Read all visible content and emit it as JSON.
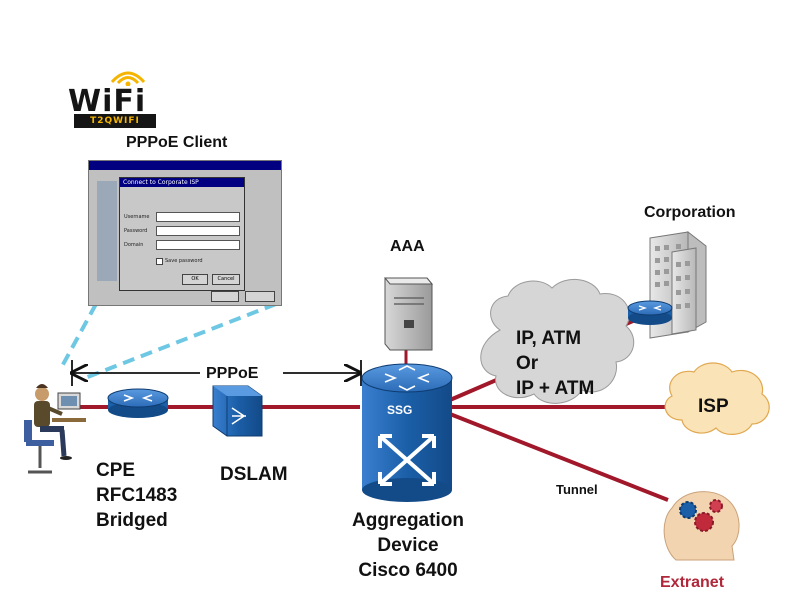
{
  "logo": {
    "word": "WiFi",
    "tagline": "T2QWIFI"
  },
  "client": {
    "title": "PPPoE Client",
    "dialog_title": "Connect to Corporate ISP",
    "fields": [
      {
        "label": "Username",
        "value": ""
      },
      {
        "label": "Password",
        "value": ""
      },
      {
        "label": "Domain",
        "value": ""
      }
    ],
    "save_password": "Save password",
    "ok": "OK",
    "cancel": "Cancel"
  },
  "labels": {
    "pppoe": "PPPoE",
    "cpe": [
      "CPE",
      "RFC1483",
      "Bridged"
    ],
    "dslam": "DSLAM",
    "aaa": "AAA",
    "ssg": "SSG",
    "aggregation": [
      "Aggregation",
      "Device",
      "Cisco 6400"
    ],
    "cloud": [
      "IP, ATM",
      "Or",
      "IP + ATM"
    ],
    "corporation": "Corporation",
    "isp": "ISP",
    "tunnel": "Tunnel",
    "extranet": "Extranet"
  },
  "colors": {
    "link": "#a0182a",
    "device_blue": "#1b5fa8",
    "cloud": "#d6d6d6",
    "isp_cloud": "#fbe3b8",
    "dashed": "#6ec8e4",
    "extranet_text": "#b0283a",
    "logo_accent": "#f5b400"
  }
}
